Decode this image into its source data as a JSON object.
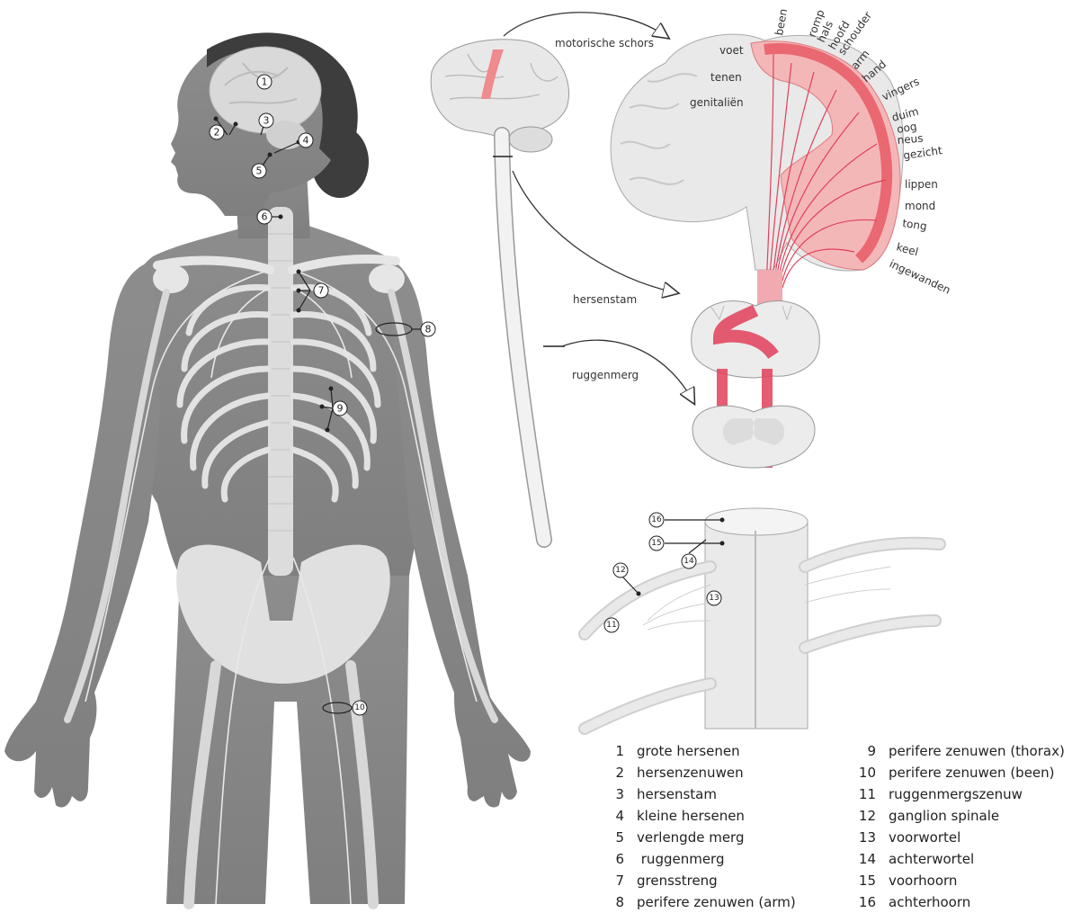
{
  "arrows": {
    "motor": "motorische schors",
    "brainstem": "hersenstam",
    "spinal": "ruggenmerg"
  },
  "homunculus": [
    "voet",
    "tenen",
    "genitaliën",
    "been",
    "romp",
    "hals",
    "hoofd",
    "schouder",
    "arm",
    "hand",
    "vingers",
    "duim",
    "oog",
    "neus",
    "gezicht",
    "lippen",
    "mond",
    "tong",
    "keel",
    "ingewanden"
  ],
  "markers": [
    "1",
    "2",
    "3",
    "4",
    "5",
    "6",
    "7",
    "8",
    "9",
    "10",
    "11",
    "12",
    "13",
    "14",
    "15",
    "16"
  ],
  "legend": [
    {
      "num": "1",
      "text": "grote hersenen"
    },
    {
      "num": "2",
      "text": "hersenzenuwen"
    },
    {
      "num": "3",
      "text": "hersenstam"
    },
    {
      "num": "4",
      "text": "kleine hersenen"
    },
    {
      "num": "5",
      "text": "verlengde merg"
    },
    {
      "num": "6",
      "text": " ruggenmerg"
    },
    {
      "num": "7",
      "text": "grensstreng"
    },
    {
      "num": "8",
      "text": "perifere zenuwen (arm)"
    },
    {
      "num": "9",
      "text": "perifere zenuwen (thorax)"
    },
    {
      "num": "10",
      "text": "perifere zenuwen (been)"
    },
    {
      "num": "11",
      "text": "ruggenmergszenuw"
    },
    {
      "num": "12",
      "text": "ganglion spinale"
    },
    {
      "num": "13",
      "text": "voorwortel"
    },
    {
      "num": "14",
      "text": "achterwortel"
    },
    {
      "num": "15",
      "text": "voorhoorn"
    },
    {
      "num": "16",
      "text": "achterhoorn"
    }
  ],
  "colors": {
    "body": "#8a8a8a",
    "bone": "#e6e6e6",
    "hair": "#3d3d3d",
    "tract": "#e0405a",
    "cortex": "#ef6a72",
    "cortex_light": "#f7b7b8"
  }
}
